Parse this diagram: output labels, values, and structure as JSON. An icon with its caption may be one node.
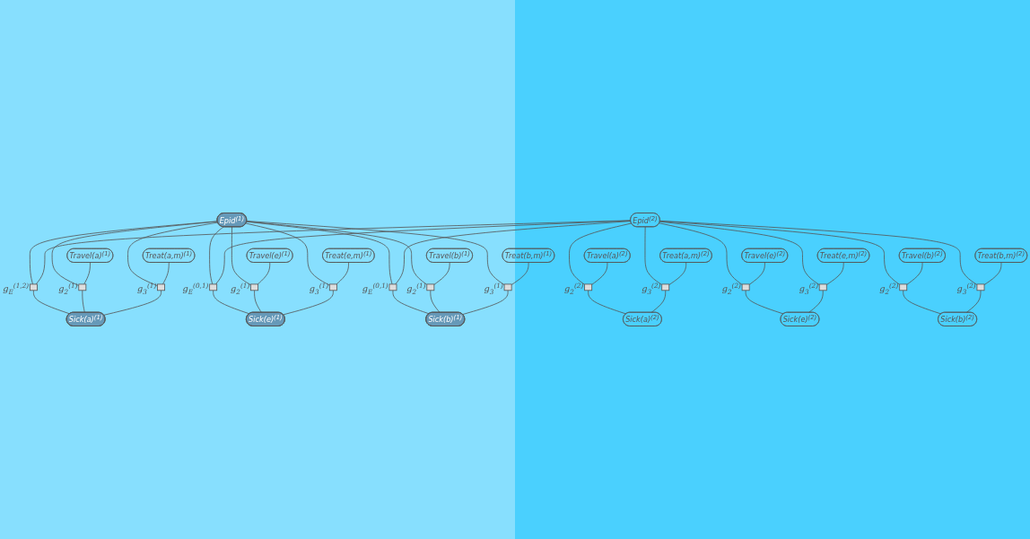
{
  "diagram": {
    "nodes": [
      {
        "text": [
          "Epid$^{(1)}$"
        ]
      },
      {
        "text": [],
        "shape": "box",
        "beside": [
          "g$_{E}$$^{(1,2)}$"
        ]
      },
      {
        "text": [
          "Epid$^{(2)}$"
        ]
      },
      {
        "text": [
          "Travel(a)$^{(1)}$"
        ]
      },
      {
        "text": [
          "Treat(a,m)$^{(1)}$"
        ]
      },
      {
        "text": [
          "Travel(a)$^{(2)}$"
        ]
      },
      {
        "text": [
          "Treat(a,m)$^{(2)}$"
        ]
      },
      {
        "text": [],
        "shape": "box",
        "beside": [
          "g$_{2}$$^{(1)}$"
        ]
      },
      {
        "text": [],
        "shape": "box",
        "beside": [
          "g$_{3}$$^{(1)}$"
        ]
      },
      {
        "text": [],
        "shape": "box",
        "beside": [
          "g$_{2}$$^{(2)}$"
        ]
      },
      {
        "text": [],
        "shape": "box",
        "beside": [
          "g$_{3}$$^{(2)}$"
        ]
      },
      {
        "text": [
          "Sick(a)$^{(1)}$"
        ]
      },
      {
        "text": [],
        "shape": "box",
        "beside": [
          "g$_{E}$$^{(0,1)}$"
        ]
      },
      {
        "text": [
          "Sick(a)$^{(2)}$"
        ]
      },
      {
        "text": [
          "Travel(e)$^{(1)}$"
        ]
      },
      {
        "text": [
          "Treat(e,m)$^{(1)}$"
        ]
      },
      {
        "text": [
          "Travel(e)$^{(2)}$"
        ]
      },
      {
        "text": [
          "Treat(e,m)$^{(2)}$"
        ]
      },
      {
        "text": [],
        "shape": "box",
        "beside": [
          "g$_{2}$$^{(1)}$"
        ]
      },
      {
        "text": [],
        "shape": "box",
        "beside": [
          "g$_{3}$$^{(1)}$"
        ]
      },
      {
        "text": [],
        "shape": "box",
        "beside": [
          "g$_{2}$$^{(2)}$"
        ]
      },
      {
        "text": [],
        "shape": "box",
        "beside": [
          "g$_{3}$$^{(2)}$"
        ]
      },
      {
        "text": [
          "Sick(e)$^{(1)}$"
        ]
      },
      {
        "text": [
          "Sick(e)$^{(2)}$"
        ]
      },
      {
        "text": [],
        "shape": "box",
        "beside": [
          "g$_{E}$$^{(0,1)}$"
        ]
      },
      {
        "text": [
          "Travel(b)$^{(1)}$"
        ]
      },
      {
        "text": [
          "Treat(b,m)$^{(1)}$"
        ]
      },
      {
        "text": [
          "Travel(b)$^{(2)}$"
        ]
      },
      {
        "text": [
          "Treat(b,m)$^{(2)}$"
        ]
      },
      {
        "text": [],
        "shape": "box",
        "beside": [
          "g$_{2}$$^{(1)}$"
        ]
      },
      {
        "text": [],
        "shape": "box",
        "beside": [
          "g$_{3}$$^{(1)}$"
        ]
      },
      {
        "text": [],
        "shape": "box",
        "beside": [
          "g$_{2}$$^{(2)}$"
        ]
      },
      {
        "text": [],
        "shape": "box",
        "beside": [
          "g$_{3}$$^{(2)}$"
        ]
      },
      {
        "text": [
          "Sick(b)$^{(1)}$"
        ]
      },
      {
        "text": [
          "Sick(b)$^{(2)}$"
        ]
      }
    ],
    "edges": [
      {
        "from": 0,
        "to": 1,
        "arrow": "none"
      },
      {
        "from": 1,
        "to": 2,
        "arrow": "none"
      },
      {
        "from": 1,
        "to": 11,
        "arrow": "none"
      },
      {
        "from": 0,
        "to": 7,
        "arrow": "none"
      },
      {
        "from": 3,
        "to": 7,
        "arrow": "none"
      },
      {
        "from": 7,
        "to": 11,
        "arrow": "none"
      },
      {
        "from": 0,
        "to": 8,
        "arrow": "none"
      },
      {
        "from": 4,
        "to": 8,
        "arrow": "none"
      },
      {
        "from": 8,
        "to": 11,
        "arrow": "none"
      },
      {
        "from": 2,
        "to": 9,
        "arrow": "none"
      },
      {
        "from": 5,
        "to": 9,
        "arrow": "none"
      },
      {
        "from": 9,
        "to": 13,
        "arrow": "none"
      },
      {
        "from": 2,
        "to": 10,
        "arrow": "none"
      },
      {
        "from": 6,
        "to": 10,
        "arrow": "none"
      },
      {
        "from": 10,
        "to": 13,
        "arrow": "none"
      },
      {
        "from": 0,
        "to": 12,
        "arrow": "none"
      },
      {
        "from": 2,
        "to": 12,
        "arrow": "none"
      },
      {
        "from": 12,
        "to": 22,
        "arrow": "none"
      },
      {
        "from": 0,
        "to": 18,
        "arrow": "none"
      },
      {
        "from": 14,
        "to": 18,
        "arrow": "none"
      },
      {
        "from": 18,
        "to": 22,
        "arrow": "none"
      },
      {
        "from": 0,
        "to": 19,
        "arrow": "none"
      },
      {
        "from": 15,
        "to": 19,
        "arrow": "none"
      },
      {
        "from": 19,
        "to": 22,
        "arrow": "none"
      },
      {
        "from": 2,
        "to": 20,
        "arrow": "none"
      },
      {
        "from": 16,
        "to": 20,
        "arrow": "none"
      },
      {
        "from": 20,
        "to": 23,
        "arrow": "none"
      },
      {
        "from": 2,
        "to": 21,
        "arrow": "none"
      },
      {
        "from": 17,
        "to": 21,
        "arrow": "none"
      },
      {
        "from": 21,
        "to": 23,
        "arrow": "none"
      },
      {
        "from": 0,
        "to": 24,
        "arrow": "none"
      },
      {
        "from": 2,
        "to": 24,
        "arrow": "none"
      },
      {
        "from": 24,
        "to": 33,
        "arrow": "none"
      },
      {
        "from": 0,
        "to": 29,
        "arrow": "none"
      },
      {
        "from": 25,
        "to": 29,
        "arrow": "none"
      },
      {
        "from": 29,
        "to": 33,
        "arrow": "none"
      },
      {
        "from": 0,
        "to": 30,
        "arrow": "none"
      },
      {
        "from": 26,
        "to": 30,
        "arrow": "none"
      },
      {
        "from": 30,
        "to": 33,
        "arrow": "none"
      },
      {
        "from": 2,
        "to": 31,
        "arrow": "none"
      },
      {
        "from": 27,
        "to": 31,
        "arrow": "none"
      },
      {
        "from": 31,
        "to": 34,
        "arrow": "none"
      },
      {
        "from": 2,
        "to": 32,
        "arrow": "none"
      },
      {
        "from": 28,
        "to": 32,
        "arrow": "none"
      },
      {
        "from": 32,
        "to": 34,
        "arrow": "none"
      }
    ]
  }
}
